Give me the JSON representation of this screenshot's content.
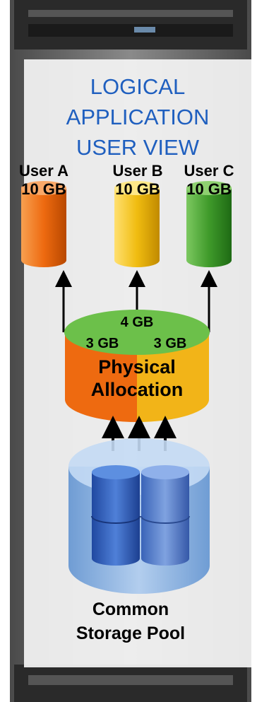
{
  "title": {
    "line1": "LOGICAL",
    "line2": "APPLICATION",
    "line3": "USER VIEW"
  },
  "users": [
    {
      "name": "User A",
      "capacity": "10 GB",
      "color": "#ee6a10"
    },
    {
      "name": "User B",
      "capacity": "10 GB",
      "color": "#f0bc10"
    },
    {
      "name": "User C",
      "capacity": "10 GB",
      "color": "#3f9a2a"
    }
  ],
  "physical": {
    "top_label": "4 GB",
    "left_label": "3 GB",
    "right_label": "3 GB",
    "line1": "Physical",
    "line2": "Allocation",
    "top_color": "#6cc04a",
    "left_color": "#ee6a10",
    "right_color": "#f2b418"
  },
  "pool": {
    "line1": "Common",
    "line2": "Storage Pool",
    "color": "#7aa8dc",
    "disk_color": "#2f62c0"
  }
}
